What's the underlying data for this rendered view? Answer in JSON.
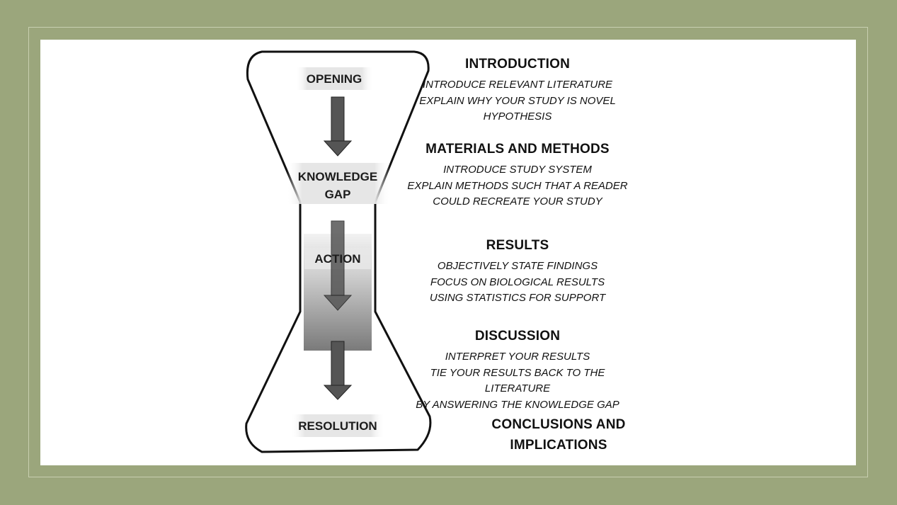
{
  "diagram": {
    "stages": {
      "opening": "OPENING",
      "gap_line1": "KNOWLEDGE",
      "gap_line2": "GAP",
      "action": "ACTION",
      "resolution": "RESOLUTION"
    }
  },
  "sections": [
    {
      "title": "INTRODUCTION",
      "lines": [
        "INTRODUCE RELEVANT LITERATURE",
        "EXPLAIN WHY YOUR STUDY IS NOVEL",
        "HYPOTHESIS"
      ]
    },
    {
      "title": "MATERIALS AND METHODS",
      "lines": [
        "INTRODUCE STUDY SYSTEM",
        "EXPLAIN METHODS SUCH THAT A READER",
        "COULD RECREATE YOUR STUDY"
      ]
    },
    {
      "title": "RESULTS",
      "lines": [
        "OBJECTIVELY STATE FINDINGS",
        "FOCUS ON BIOLOGICAL RESULTS",
        "USING STATISTICS FOR SUPPORT"
      ]
    },
    {
      "title": "DISCUSSION",
      "lines": [
        "INTERPRET YOUR RESULTS",
        "TIE YOUR RESULTS BACK TO THE LITERATURE",
        "BY ANSWERING THE KNOWLEDGE GAP"
      ]
    }
  ],
  "conclusion": {
    "line1": "CONCLUSIONS AND",
    "line2": "IMPLICATIONS"
  }
}
